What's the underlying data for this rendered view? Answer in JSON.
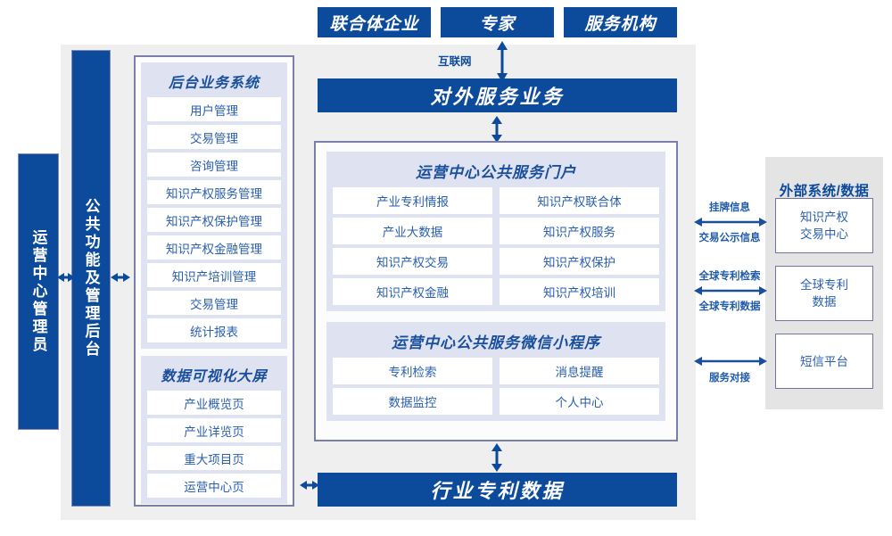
{
  "top_actors": [
    {
      "label": "联合体企业"
    },
    {
      "label": "专家"
    },
    {
      "label": "服务机构"
    }
  ],
  "internet_label": "互联网",
  "external_service_banner": "对外服务业务",
  "industry_data_banner": "行业专利数据",
  "left_bars": [
    {
      "label": "运营中心管理员"
    },
    {
      "label": "公共功能及管理后台"
    }
  ],
  "backend_group": {
    "title": "后台业务系统",
    "items": [
      "用户管理",
      "交易管理",
      "咨询管理",
      "知识产权服务管理",
      "知识产权保护管理",
      "知识产权金融管理",
      "知识产培训管理",
      "交易管理",
      "统计报表"
    ]
  },
  "visualization_group": {
    "title": "数据可视化大屏",
    "items": [
      "产业概览页",
      "产业详览页",
      "重大项目页",
      "运营中心页"
    ]
  },
  "portal_group": {
    "title": "运营中心公共服务门户",
    "left_items": [
      "产业专利情报",
      "产业大数据",
      "知识产权交易",
      "知识产权金融"
    ],
    "right_items": [
      "知识产权联合体",
      "知识产权服务",
      "知识产权保护",
      "知识产权培训"
    ]
  },
  "miniprogram_group": {
    "title": "运营中心公共服务微信小程序",
    "left_items": [
      "专利检索",
      "数据监控"
    ],
    "right_items": [
      "消息提醒",
      "个人中心"
    ]
  },
  "external": {
    "title": "外部系统/数据",
    "boxes": [
      {
        "line1": "知识产权",
        "line2": "交易中心"
      },
      {
        "line1": "全球专利",
        "line2": "数据"
      },
      {
        "line1": "短信平台",
        "line2": ""
      }
    ],
    "connectors": [
      {
        "above": "挂牌信息",
        "below": "交易公示信息"
      },
      {
        "above": "全球专利检索",
        "below": "全球专利数据"
      },
      {
        "above": "",
        "below": "服务对接"
      }
    ]
  },
  "colors": {
    "brand_blue": "#0c4a9b",
    "text_blue": "#2a5fae",
    "panel_border": "#7b7fa8",
    "group_bg": "#dfe3f1",
    "backdrop": "#efefef",
    "external_strip": "#e4e4e4"
  }
}
